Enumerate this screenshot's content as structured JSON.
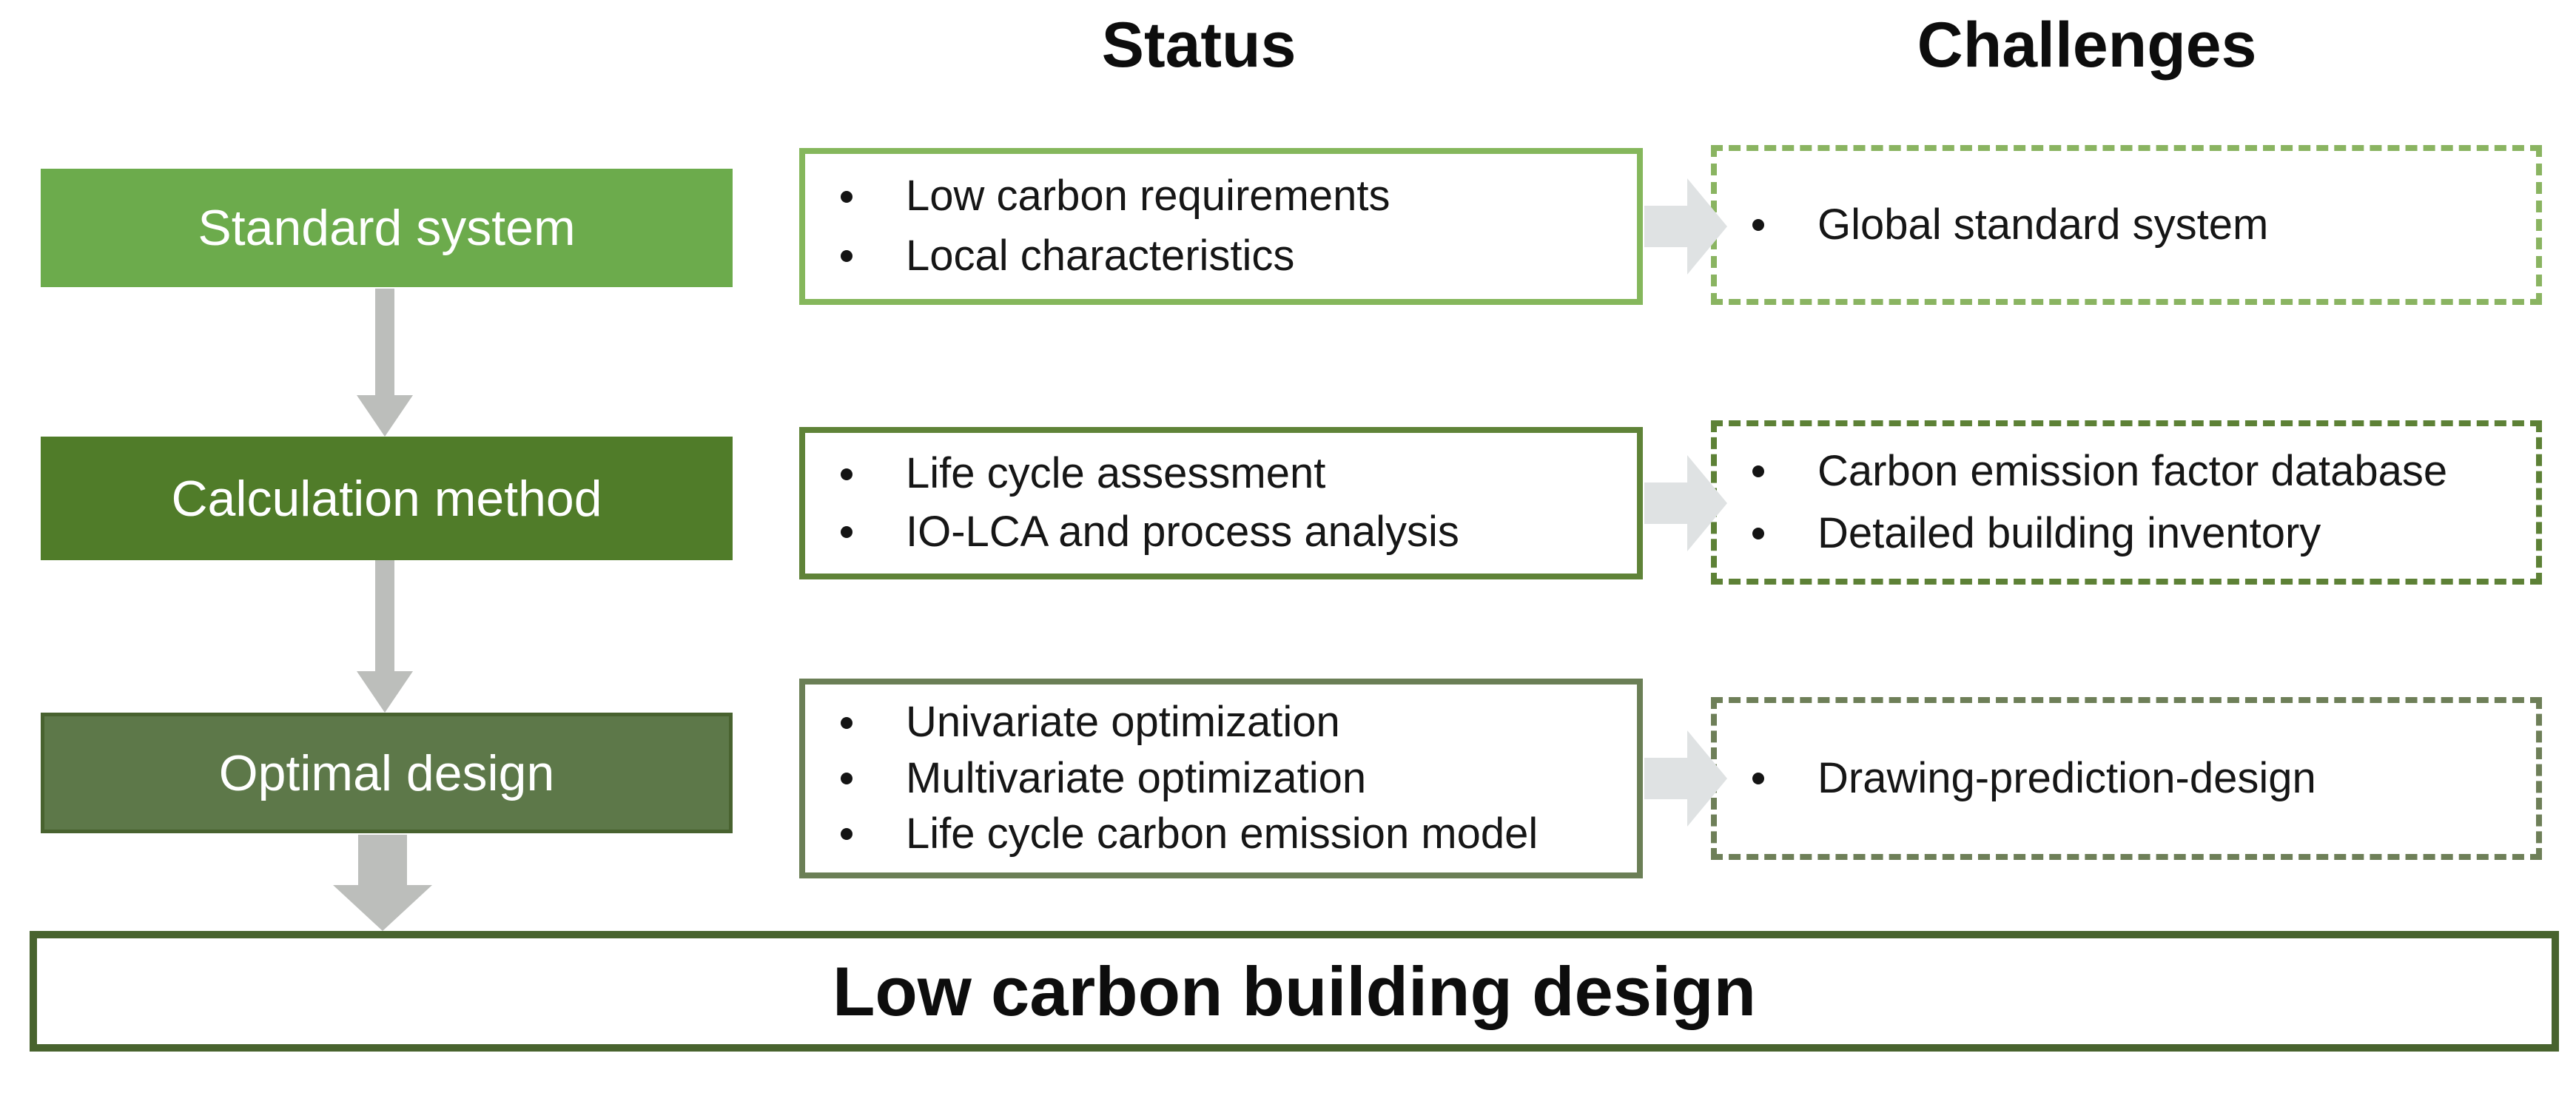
{
  "headers": {
    "status": "Status",
    "challenges": "Challenges"
  },
  "rows": [
    {
      "stage": {
        "label": "Standard system",
        "fill": "#6cab4c"
      },
      "status": {
        "border": "#85b75c",
        "items": [
          "Low carbon requirements",
          "Local characteristics"
        ]
      },
      "challenges": {
        "border": "#8ab461",
        "items": [
          "Global standard system"
        ]
      }
    },
    {
      "stage": {
        "label": "Calculation method",
        "fill": "#507c29"
      },
      "status": {
        "border": "#5f8338",
        "items": [
          "Life cycle assessment",
          "IO-LCA and process analysis"
        ]
      },
      "challenges": {
        "border": "#5d8136",
        "items": [
          "Carbon emission factor database",
          "Detailed building inventory"
        ]
      }
    },
    {
      "stage": {
        "label": "Optimal design",
        "fill": "#5d7849",
        "border": "#48622f"
      },
      "status": {
        "border": "#6b7f56",
        "items": [
          "Univariate optimization",
          "Multivariate optimization",
          "Life cycle carbon emission model"
        ]
      },
      "challenges": {
        "border": "#6e7f58",
        "items": [
          "Drawing-prediction-design"
        ]
      }
    }
  ],
  "footer": {
    "label": "Low carbon building design",
    "border": "#48632e"
  },
  "arrows": {
    "down_color": "#bcbebb",
    "right_color": "#dfe2e3"
  }
}
